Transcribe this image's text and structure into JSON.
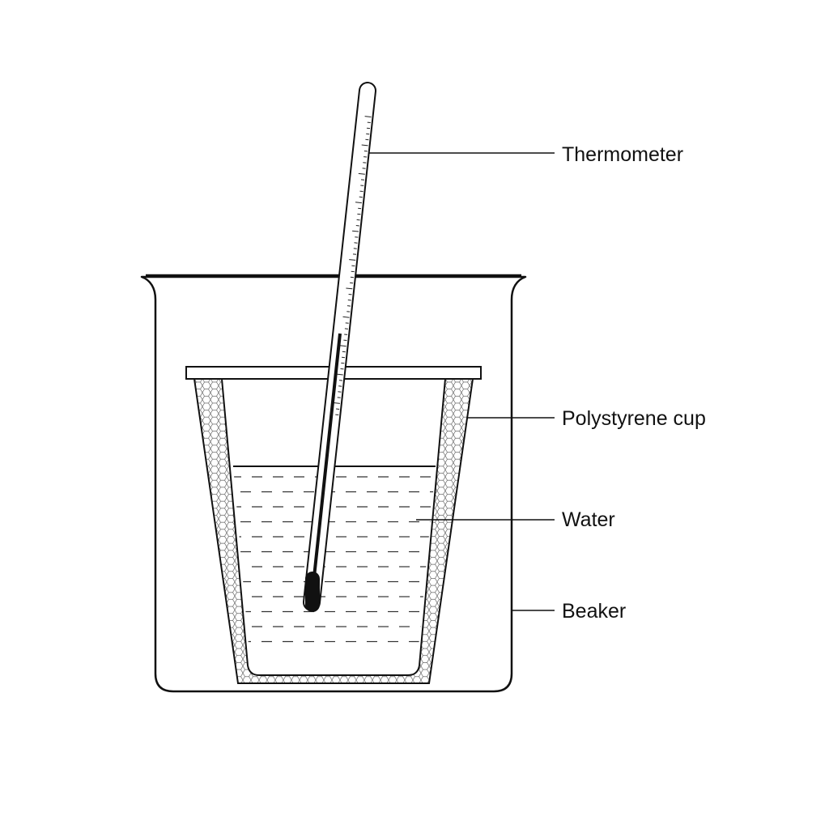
{
  "labels": {
    "thermometer": "Thermometer",
    "cup": "Polystyrene cup",
    "water": "Water",
    "beaker": "Beaker"
  },
  "colors": {
    "line": "#111111",
    "background": "#ffffff"
  }
}
